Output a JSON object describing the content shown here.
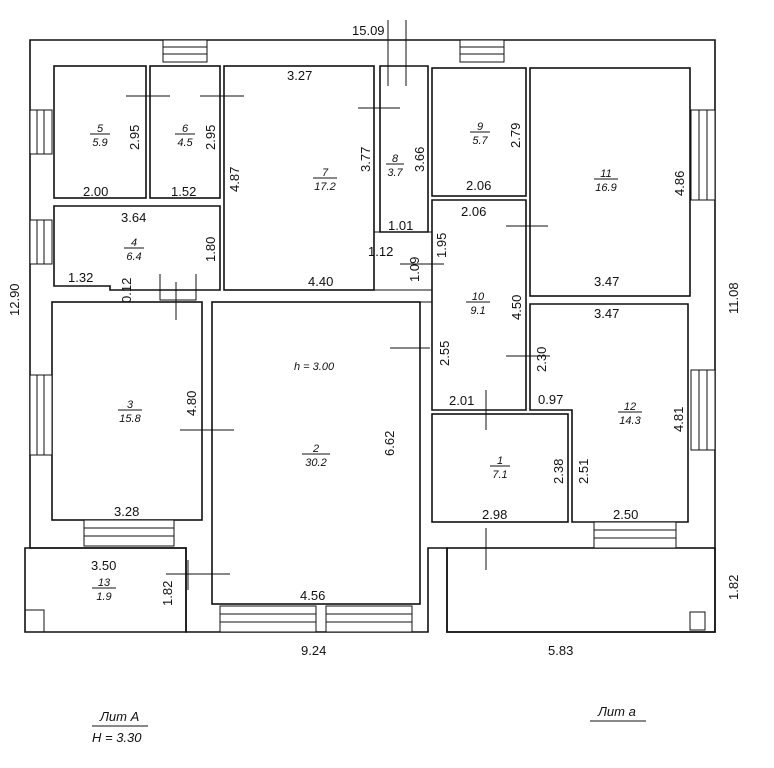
{
  "dimensions": {
    "overall_top": "15.09",
    "overall_left": "12.90",
    "right_main": "11.08",
    "right_terrace": "1.82",
    "bottom_main": "9.24",
    "bottom_annex": "5.83",
    "r5_h": "2.95",
    "r5_w": "2.00",
    "r6_h": "2.95",
    "r6_w": "1.52",
    "r7_top": "3.27",
    "r7_left": "4.87",
    "r7_right": "3.77",
    "r7_bottom": "4.40",
    "r8_h": "3.66",
    "r8_w": "1.01",
    "r9_h": "2.79",
    "r9_w": "2.06",
    "r10_top": "2.06",
    "r10_left_a": "1.95",
    "r10_left_b": "1.09",
    "r10_left_c": "2.55",
    "r10_right": "4.50",
    "r10_bottom": "2.01",
    "corr_w": "1.12",
    "r11_h": "4.86",
    "r11_w": "3.47",
    "r4_w": "3.64",
    "r4_h": "1.80",
    "r4_step_w": "1.32",
    "r4_step_h": "0.12",
    "r3_h": "4.80",
    "r3_w": "3.28",
    "r2_h": "6.62",
    "r2_w": "4.56",
    "r12_top": "3.47",
    "r12_left_a": "2.30",
    "r12_step": "0.97",
    "r12_left_b": "2.51",
    "r12_right": "4.81",
    "r12_w": "2.50",
    "r1_h": "2.38",
    "r1_w": "2.98",
    "r13_w": "3.50",
    "r13_h": "1.82"
  },
  "rooms": [
    {
      "id": "r1",
      "num": "1",
      "area": "7.1"
    },
    {
      "id": "r2",
      "num": "2",
      "area": "30.2"
    },
    {
      "id": "r3",
      "num": "3",
      "area": "15.8"
    },
    {
      "id": "r4",
      "num": "4",
      "area": "6.4"
    },
    {
      "id": "r5",
      "num": "5",
      "area": "5.9"
    },
    {
      "id": "r6",
      "num": "6",
      "area": "4.5"
    },
    {
      "id": "r7",
      "num": "7",
      "area": "17.2"
    },
    {
      "id": "r8",
      "num": "8",
      "area": "3.7"
    },
    {
      "id": "r9",
      "num": "9",
      "area": "5.7"
    },
    {
      "id": "r10",
      "num": "10",
      "area": "9.1"
    },
    {
      "id": "r11",
      "num": "11",
      "area": "16.9"
    },
    {
      "id": "r12",
      "num": "12",
      "area": "14.3"
    },
    {
      "id": "r13",
      "num": "13",
      "area": "1.9"
    }
  ],
  "ceiling": "h = 3.00",
  "legend": {
    "lit_a_main": "Лит А",
    "height": "H = 3.30",
    "lit_a_annex": "Лит а"
  }
}
